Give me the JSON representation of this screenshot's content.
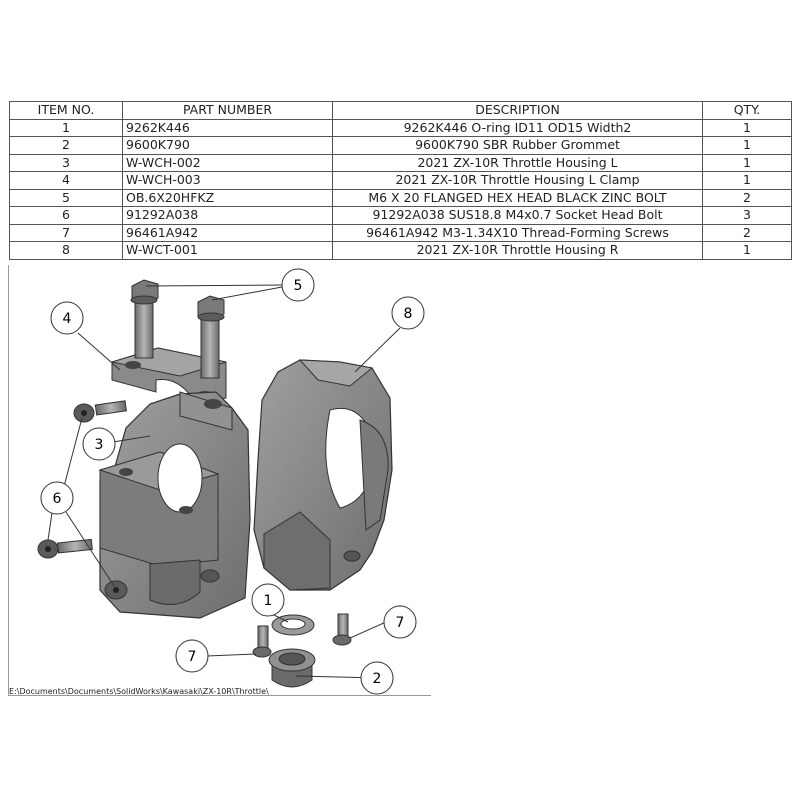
{
  "bom": {
    "headers": [
      "ITEM NO.",
      "PART NUMBER",
      "DESCRIPTION",
      "QTY."
    ],
    "rows": [
      [
        "1",
        "9262K446",
        "9262K446 O-ring ID11 OD15 Width2",
        "1"
      ],
      [
        "2",
        "9600K790",
        "9600K790 SBR Rubber Grommet",
        "1"
      ],
      [
        "3",
        "W-WCH-002",
        "2021 ZX-10R Throttle Housing L",
        "1"
      ],
      [
        "4",
        "W-WCH-003",
        "2021 ZX-10R Throttle Housing L Clamp",
        "1"
      ],
      [
        "5",
        "OB.6X20HFKZ",
        "M6 X 20 FLANGED HEX HEAD BLACK ZINC BOLT",
        "2"
      ],
      [
        "6",
        "91292A038",
        "91292A038 SUS18.8 M4x0.7 Socket Head Bolt",
        "3"
      ],
      [
        "7",
        "96461A942",
        "96461A942 M3-1.34X10 Thread-Forming Screws",
        "2"
      ],
      [
        "8",
        "W-WCT-001",
        "2021 ZX-10R Throttle Housing R",
        "1"
      ]
    ]
  },
  "balloons": {
    "b1": "1",
    "b2": "2",
    "b3": "3",
    "b4": "4",
    "b5": "5",
    "b6": "6",
    "b7a": "7",
    "b7b": "7",
    "b8": "8"
  },
  "file_path": "E:\\Documents\\Documents\\SolidWorks\\Kawasaki\\ZX-10R\\Throttle\\",
  "colors": {
    "part_fill": "#8c8c8c",
    "part_dark": "#5a5a5a",
    "part_light": "#a8a8a8",
    "line": "#333333"
  }
}
